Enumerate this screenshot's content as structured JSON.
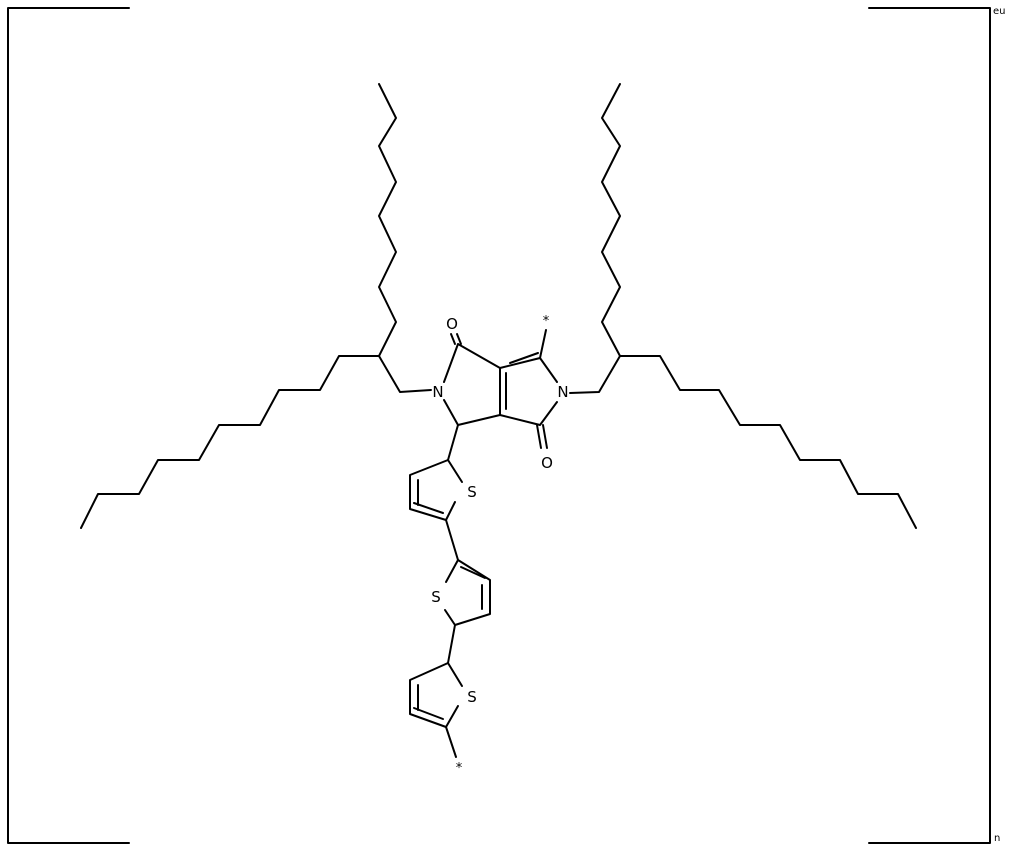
{
  "structure": {
    "atoms": {
      "o_top": "O",
      "o_bottom": "O",
      "n_left": "N",
      "n_right": "N",
      "s_ring1": "S",
      "s_ring2": "S",
      "s_ring3": "S"
    },
    "attachment_points": {
      "top": "*",
      "bottom": "*"
    }
  },
  "brackets": {
    "superscript": "eu",
    "subscript": "n"
  }
}
